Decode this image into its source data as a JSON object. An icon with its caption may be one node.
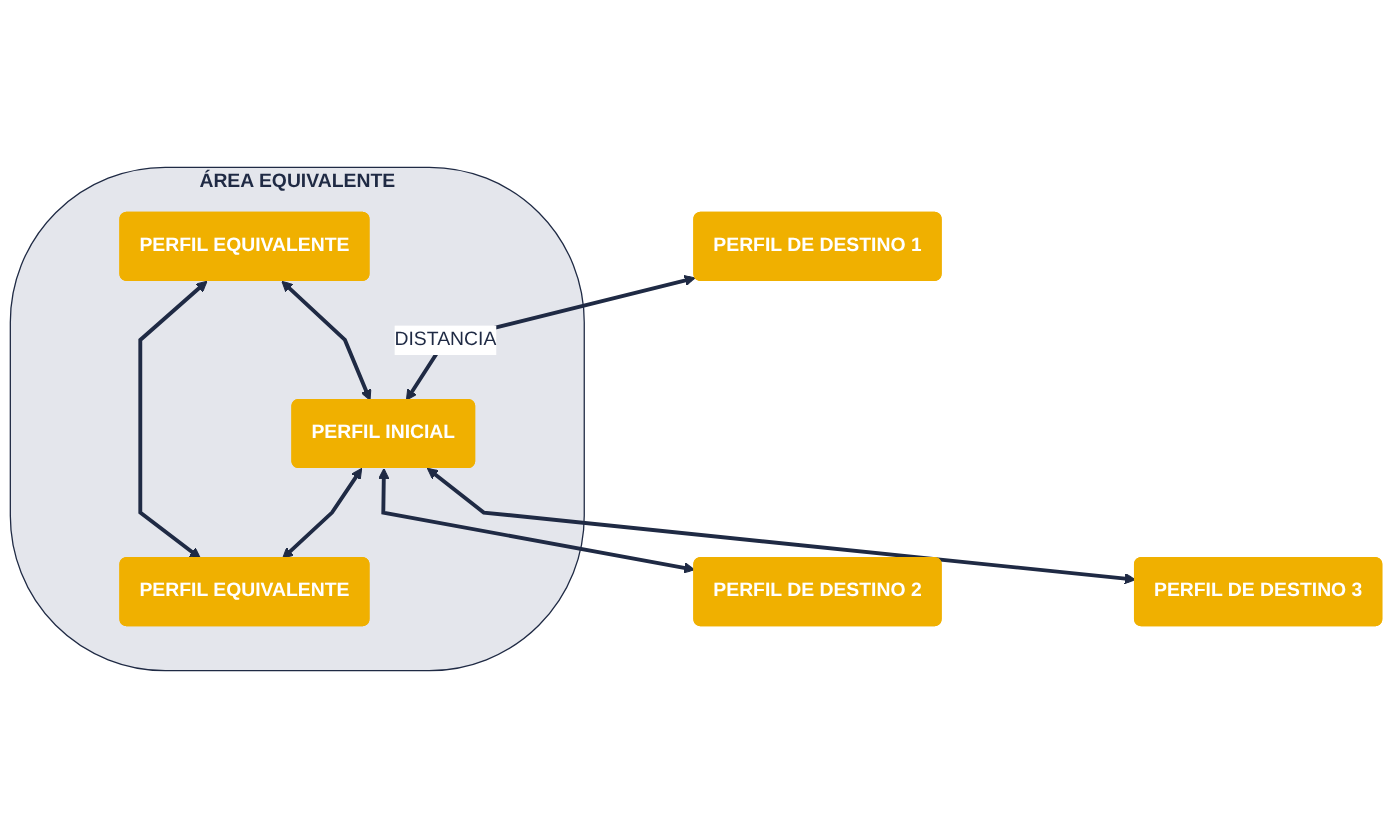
{
  "diagram": {
    "nodes": [
      {
        "text": [
          "PERFIL DE DESTINO 1"
        ]
      },
      {
        "text": [
          "ÁREA EQUIVALENTE"
        ]
      },
      {
        "text": [
          "PERFIL EQUIVALENTE"
        ],
        "in": 1
      },
      {
        "text": [
          "PERFIL INICIAL"
        ],
        "in": 1
      },
      {
        "text": [
          "PERFIL EQUIVALENTE"
        ],
        "in": 1
      },
      {
        "text": [
          "PERFIL DE DESTINO 2"
        ]
      },
      {
        "text": [
          "PERFIL DE DESTINO 3"
        ]
      }
    ],
    "edges": [
      {
        "from": 0,
        "to": 3,
        "arrow": "both",
        "label": "DISTANCIA"
      },
      {
        "from": 2,
        "to": 4,
        "arrow": "both"
      },
      {
        "from": 2,
        "to": 3,
        "arrow": "both"
      },
      {
        "from": 3,
        "to": 4,
        "arrow": "both"
      },
      {
        "from": 3,
        "to": 5,
        "arrow": "both"
      },
      {
        "from": 3,
        "to": 6,
        "arrow": "both"
      }
    ]
  }
}
